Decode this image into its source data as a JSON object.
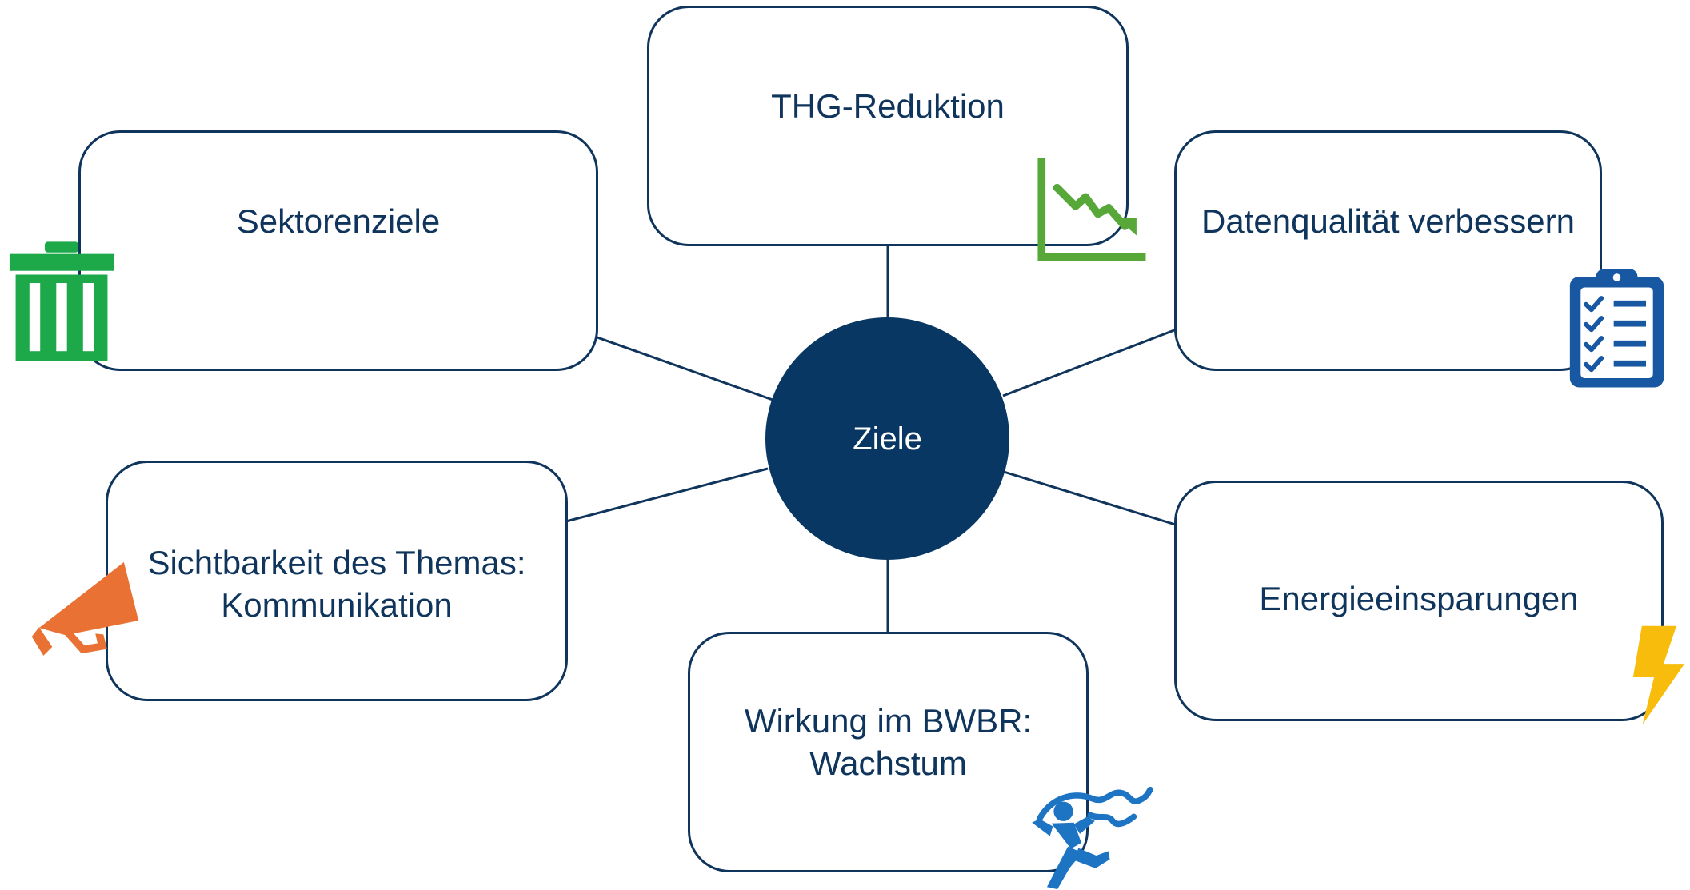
{
  "center": {
    "label": "Ziele"
  },
  "goals": [
    {
      "key": "thg",
      "label": "THG-Reduktion",
      "icon": "decline-chart-icon",
      "icon_color": "#58A839"
    },
    {
      "key": "sektoren",
      "label": "Sektorenziele",
      "icon": "trash-can-icon",
      "icon_color": "#1DA84A"
    },
    {
      "key": "datenqualitaet",
      "label": "Datenqualität verbessern",
      "icon": "checklist-clipboard-icon",
      "icon_color": "#1858A3"
    },
    {
      "key": "sichtbarkeit",
      "label": "Sichtbarkeit des Themas:\nKommunikation",
      "icon": "megaphone-icon",
      "icon_color": "#E87133"
    },
    {
      "key": "energie",
      "label": "Energieeinsparungen",
      "icon": "lightning-bolt-icon",
      "icon_color": "#F8BC0D"
    },
    {
      "key": "wirkung",
      "label": "Wirkung im BWBR:\nWachstum",
      "icon": "ribbon-dancer-icon",
      "icon_color": "#1D74C3"
    }
  ],
  "colors": {
    "navy": "#0F355C",
    "center_fill": "#073762",
    "background": "#FFFFFF"
  }
}
